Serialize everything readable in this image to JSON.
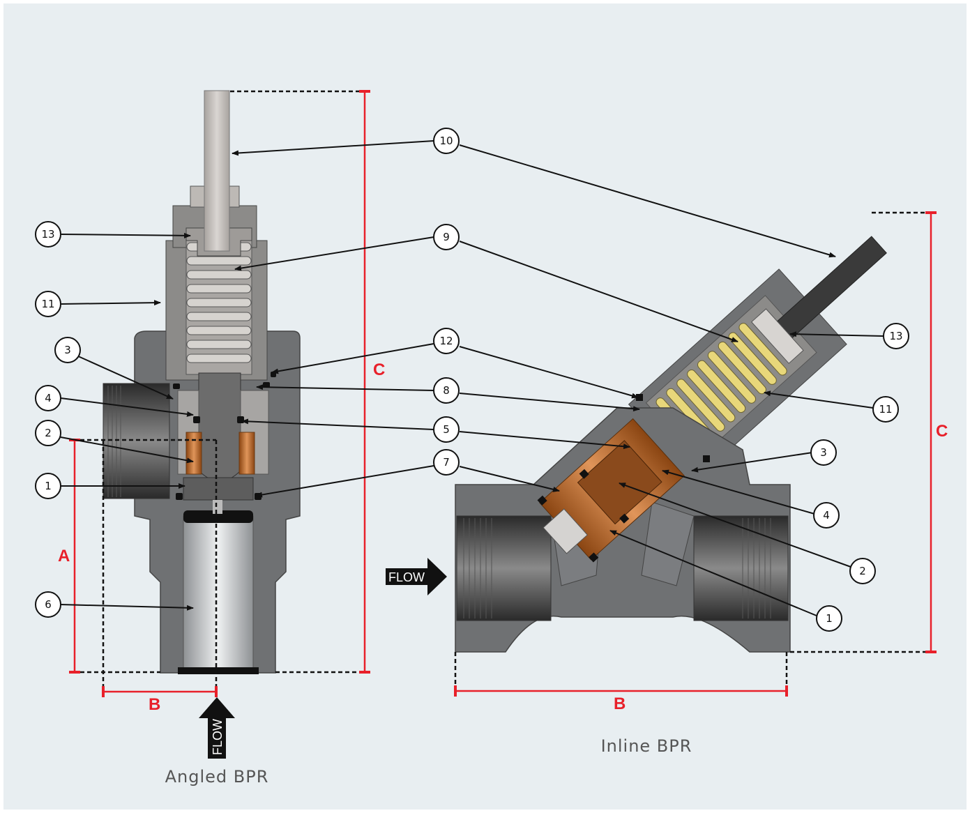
{
  "angled": {
    "caption": "Angled BPR",
    "dims": {
      "a": "A",
      "b": "B",
      "c": "C"
    },
    "flow_label": "FLOW",
    "callouts": [
      "13",
      "11",
      "3",
      "4",
      "2",
      "1",
      "6",
      "10",
      "9",
      "12",
      "8",
      "5",
      "7"
    ]
  },
  "inline": {
    "caption": "Inline BPR",
    "dims": {
      "b": "B",
      "c": "C"
    },
    "flow_label": "FLOW",
    "callouts": [
      "13",
      "11",
      "3",
      "4",
      "2",
      "1"
    ]
  },
  "colors": {
    "dimension": "#e8202a",
    "body_gray": "#6f7173",
    "copper": "#b8621e",
    "spring": "#e8d77a"
  }
}
